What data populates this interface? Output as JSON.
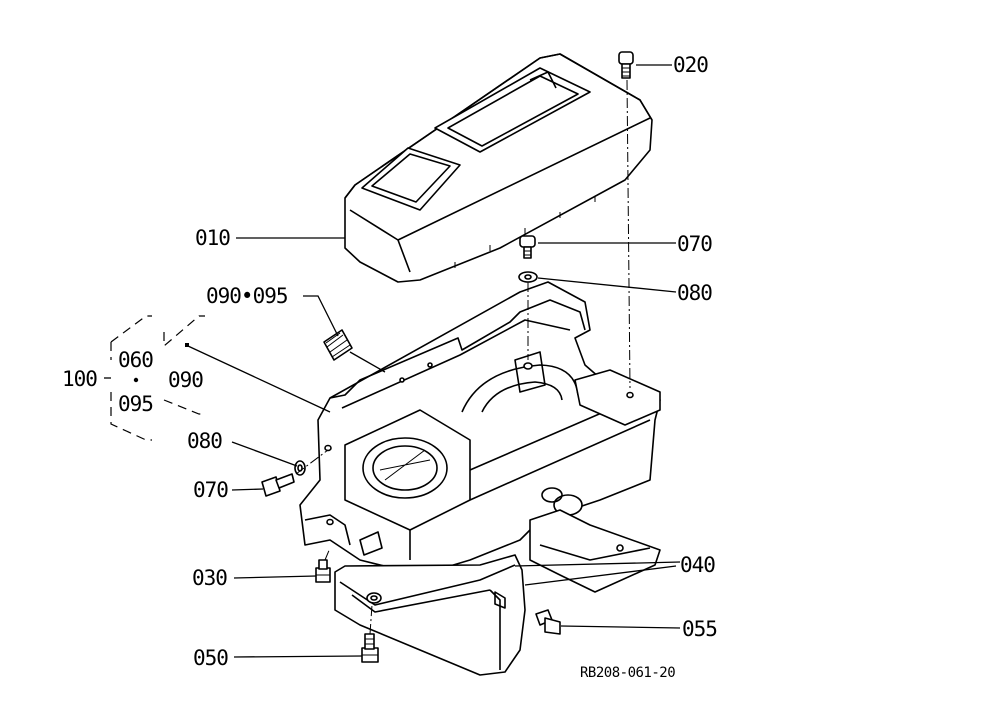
{
  "labels": {
    "p010": "010",
    "p020": "020",
    "p070a": "070",
    "p080a": "080",
    "p090_095": "090•095",
    "p100": "100",
    "p060": "060",
    "p095": "095",
    "p090": "090",
    "p080b": "080",
    "p070b": "070",
    "p030": "030",
    "p040": "040",
    "p055": "055",
    "p050": "050"
  },
  "drawing_code": "RB208-061-20"
}
